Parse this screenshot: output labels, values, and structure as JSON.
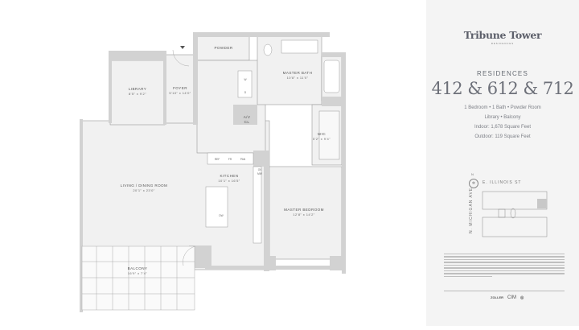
{
  "brand": {
    "name": "Tribune Tower",
    "sub": "RESIDENCES"
  },
  "heading": "RESIDENCES",
  "units": "412 & 612 & 712",
  "features": [
    "1 Bedroom • 1 Bath • Powder Room",
    "Library • Balcony",
    "Indoor: 1,678 Square Feet",
    "Outdoor: 119 Square Feet"
  ],
  "keyplan": {
    "street_top": "E. ILLINOIS ST",
    "street_side": "N. MICHIGAN AVE",
    "north": "N"
  },
  "footer_logos": [
    "ZOLLER",
    "CIM",
    "◎"
  ],
  "rooms": {
    "library": {
      "name": "LIBRARY",
      "dim": "8'5\" x 9'2\""
    },
    "foyer": {
      "name": "FOYER",
      "dim": "5'10\" x 14'0\""
    },
    "powder": {
      "name": "POWDER"
    },
    "master_bath": {
      "name": "MASTER BATH",
      "dim": "10'8\" x 11'0\""
    },
    "av": {
      "name": "A/V CL"
    },
    "wic": {
      "name": "WIC",
      "dim": "5'2\" x 9'4\""
    },
    "kitchen": {
      "name": "KITCHEN",
      "dim": "10'1\" x 16'5\""
    },
    "living": {
      "name": "LIVING / DINING ROOM",
      "dim": "20'1\" x 23'0\""
    },
    "master_bedroom": {
      "name": "MASTER BEDROOM",
      "dim": "12'8\" x 14'2\""
    },
    "balcony": {
      "name": "BALCONY",
      "dim": "16'9\" x 7'4\""
    }
  },
  "appliances": {
    "ref": "REF",
    "fr": "FR",
    "pan": "PAN",
    "ov": "OV",
    "mw": "MW",
    "dw": "DW",
    "w": "W",
    "d": "D"
  }
}
